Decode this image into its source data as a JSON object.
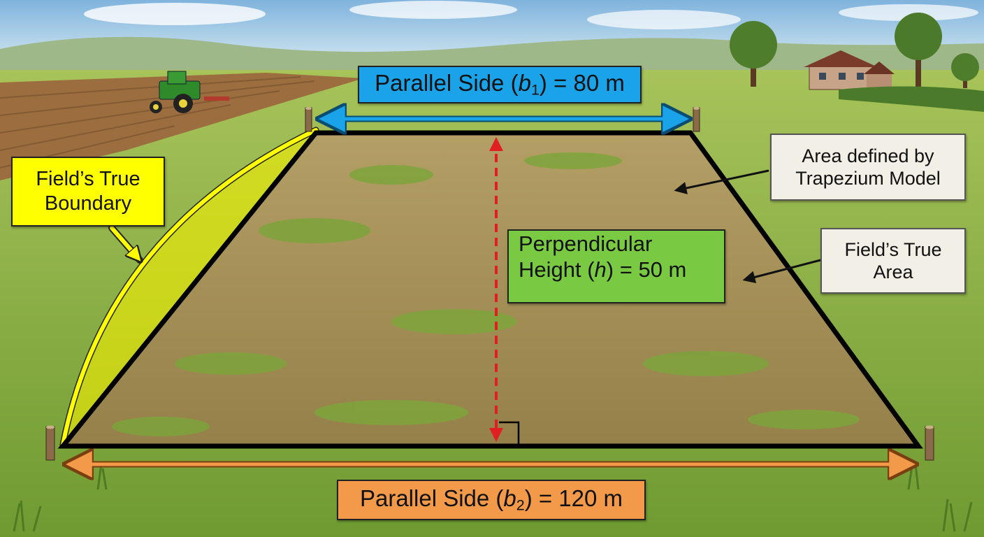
{
  "labels": {
    "b1": {
      "prefix": "Parallel Side (",
      "var": "b",
      "sub": "1",
      "suffix": ") = 80 m"
    },
    "b2": {
      "prefix": "Parallel Side (",
      "var": "b",
      "sub": "2",
      "suffix": ") = 120 m"
    },
    "height": {
      "line1": "Perpendicular",
      "line2_prefix": "Height (",
      "var": "h",
      "line2_suffix": ") = 50 m"
    },
    "boundary": {
      "line1": "Field’s True",
      "line2": "Boundary"
    },
    "trapezium": {
      "line1": "Area defined by",
      "line2": "Trapezium Model"
    },
    "true_area": {
      "line1": "Field’s True",
      "line2": "Area"
    }
  },
  "colors": {
    "b1_box": "#1aa3e8",
    "b2_box": "#f2994a",
    "height_box": "#7ac943",
    "boundary_box": "#ffff00",
    "note_box": "#f1efe6",
    "trapezium_outline": "#000000",
    "boundary_curve": "#ffff00",
    "height_arrow": "#e02020",
    "b1_arrow": "#1aa3e8",
    "b2_arrow": "#f2994a"
  }
}
